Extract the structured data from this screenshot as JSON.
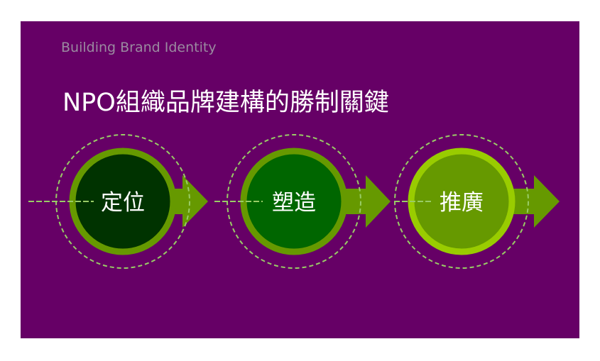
{
  "slide": {
    "subtitle": "Building Brand Identity",
    "title": "NPO組織品牌建構的勝制關鍵"
  },
  "steps": [
    {
      "label": "定位",
      "fill_color": "#003300",
      "ring_color": "#669900"
    },
    {
      "label": "塑造",
      "fill_color": "#006600",
      "ring_color": "#669900"
    },
    {
      "label": "推廣",
      "fill_color": "#669900",
      "ring_color": "#99cc00"
    }
  ],
  "colors": {
    "background": "#660066",
    "arrow": "#669900",
    "dashed_ring": "#99cc66",
    "subtitle_text": "#9a8aa0",
    "title_text": "#ffffff"
  }
}
